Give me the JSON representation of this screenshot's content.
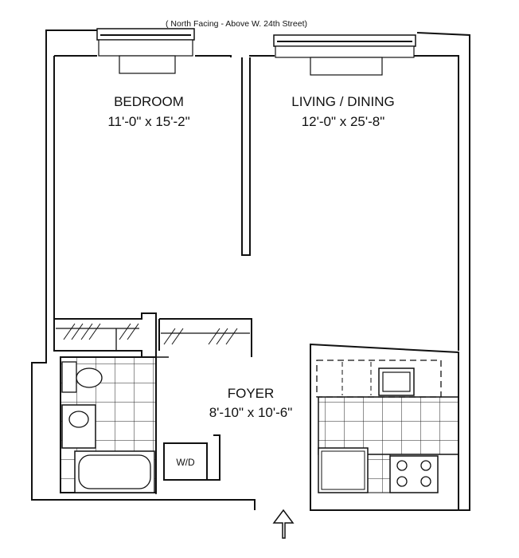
{
  "orientation_note": "( North Facing - Above W. 24th Street)",
  "rooms": {
    "bedroom": {
      "name": "BEDROOM",
      "dimensions": "11'-0\" x 15'-2\""
    },
    "living_dining": {
      "name": "LIVING / DINING",
      "dimensions": "12'-0\" x 25'-8\""
    },
    "foyer": {
      "name": "FOYER",
      "dimensions": "8'-10\" x 10'-6\""
    }
  },
  "fixtures": {
    "washer_dryer": "W/D"
  },
  "icons": [
    "entry-arrow-icon"
  ]
}
